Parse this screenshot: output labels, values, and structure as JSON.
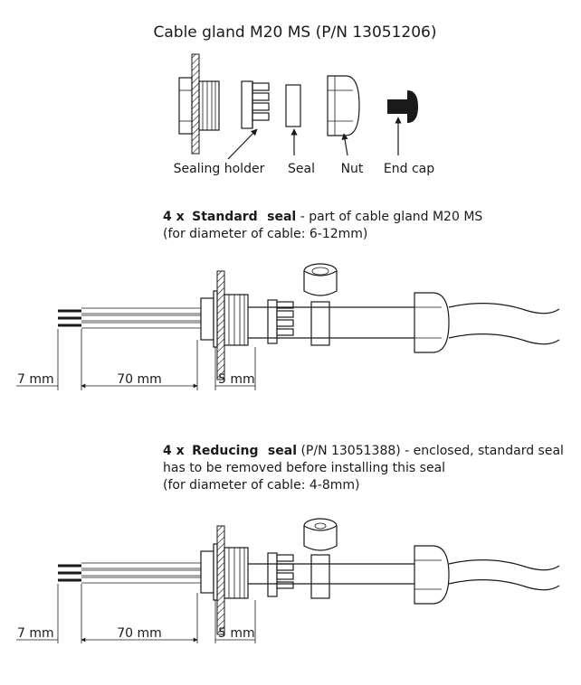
{
  "title": "Cable gland M20 MS (P/N 13051206)",
  "parts": {
    "sealing_holder": "Sealing holder",
    "seal": "Seal",
    "nut": "Nut",
    "end_cap": "End cap"
  },
  "standard": {
    "qty": "4 x",
    "name": "Standard",
    "name2": "seal",
    "desc": " - part of cable gland M20 MS",
    "line2": "(for diameter of cable: 6-12mm)"
  },
  "reducing": {
    "qty": "4 x",
    "name": "Reducing",
    "name2": "seal",
    "desc": " (P/N 13051388) - enclosed, standard seal",
    "line2": "has to be removed before installing this seal",
    "line3": "(for diameter of cable: 4-8mm)"
  },
  "dims": {
    "d1": "7 mm",
    "d2": "70 mm",
    "d3": "5 mm"
  }
}
